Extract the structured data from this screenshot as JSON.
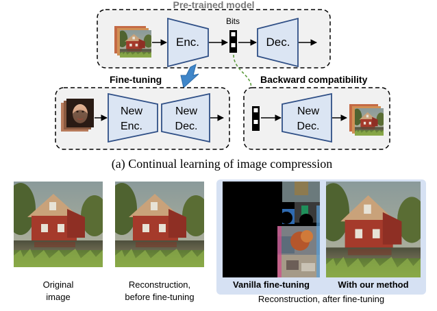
{
  "diagram": {
    "pretrained": {
      "title": "Pre-trained model",
      "enc": "Enc.",
      "dec": "Dec.",
      "bits": "Bits"
    },
    "finetuning": {
      "title": "Fine-tuning",
      "enc_line1": "New",
      "enc_line2": "Enc.",
      "dec_line1": "New",
      "dec_line2": "Dec."
    },
    "backward": {
      "title": "Backward compatibility",
      "dec_line1": "New",
      "dec_line2": "Dec."
    },
    "caption": "(a) Continual learning of image compression"
  },
  "images": {
    "original_line1": "Original",
    "original_line2": "image",
    "before_line1": "Reconstruction,",
    "before_line2": "before fine-tuning",
    "vanilla": "Vanilla fine-tuning",
    "ours": "With our method",
    "after": "Reconstruction, after fine-tuning"
  },
  "colors": {
    "block_fill": "#dbe5f3",
    "block_stroke": "#2f4f86",
    "panel_fill": "#f1f1f1",
    "highlight_fill": "#d6e1f3",
    "pretrained_title": "#777777",
    "arrow_blue": "#3f86c9",
    "dashed_green": "#5a9a3a"
  }
}
